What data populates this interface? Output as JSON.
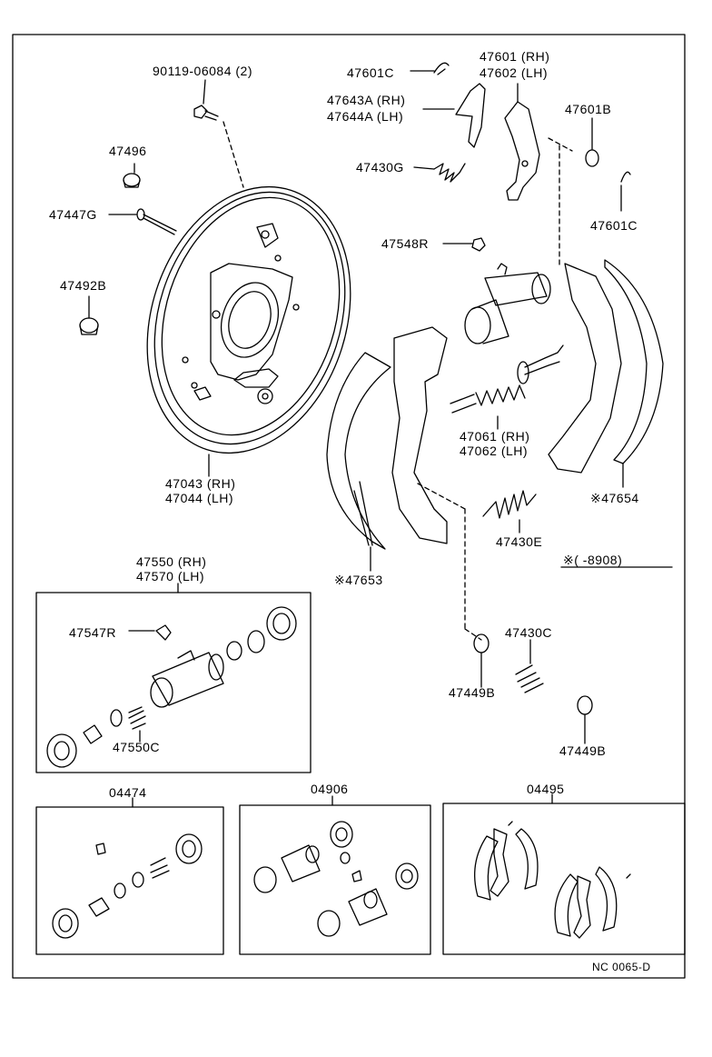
{
  "diagram": {
    "kind": "exploded parts diagram",
    "subject": "rear drum brake assembly",
    "labels": {
      "p90119": "90119-06084 (2)",
      "p47601c_top": "47601C",
      "p47601_rh": "47601 (RH)",
      "p47602_lh": "47602 (LH)",
      "p47643a_rh": "47643A (RH)",
      "p47644a_lh": "47644A (LH)",
      "p47496": "47496",
      "p47601b": "47601B",
      "p47430g": "47430G",
      "p47447g": "47447G",
      "p47601c_right": "47601C",
      "p47548r": "47548R",
      "p47492b": "47492B",
      "p47061_rh": "47061 (RH)",
      "p47062_lh": "47062 (LH)",
      "p47043_rh": "47043 (RH)",
      "p47044_lh": "47044 (LH)",
      "p47654": "※47654",
      "p47430e": "47430E",
      "p47653": "※47653",
      "p8908": "※(      -8908)",
      "p47550_rh": "47550 (RH)",
      "p47570_lh": "47570 (LH)",
      "p47547r": "47547R",
      "p47550c": "47550C",
      "p47430c": "47430C",
      "p47449b_left": "47449B",
      "p47449b_right": "47449B",
      "p04474": "04474",
      "p04906": "04906",
      "p04495": "04495",
      "footer_code": "NC 0065-D"
    },
    "icons": [
      "backing-plate-icon",
      "wheel-cylinder-icon",
      "brake-shoe-icon",
      "spring-icon",
      "adjuster-icon",
      "bolt-icon",
      "boot-icon",
      "piston-icon"
    ],
    "colors": {
      "line": "#000000",
      "background": "#ffffff"
    }
  }
}
